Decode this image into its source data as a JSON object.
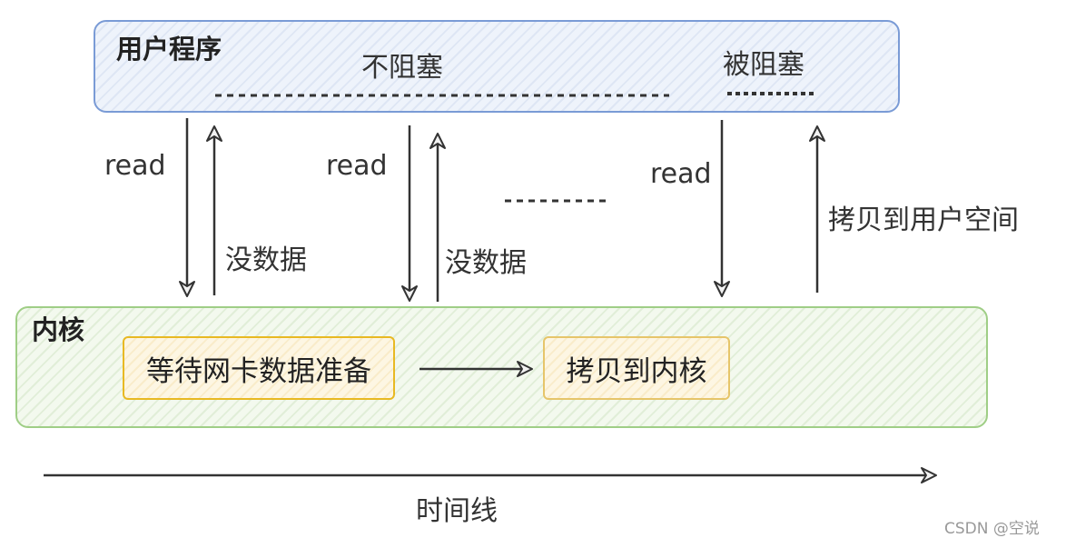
{
  "user_program": {
    "title": "用户程序",
    "nonblocking_label": "不阻塞",
    "blocked_label": "被阻塞"
  },
  "kernel": {
    "title": "内核",
    "wait_label": "等待网卡数据准备",
    "copy_kernel_label": "拷贝到内核"
  },
  "arrows": {
    "read_1": "read",
    "no_data_1": "没数据",
    "read_2": "read",
    "no_data_2": "没数据",
    "read_3": "read",
    "copy_user": "拷贝到用户空间"
  },
  "timeline": {
    "label": "时间线"
  },
  "watermark": "CSDN @空说"
}
